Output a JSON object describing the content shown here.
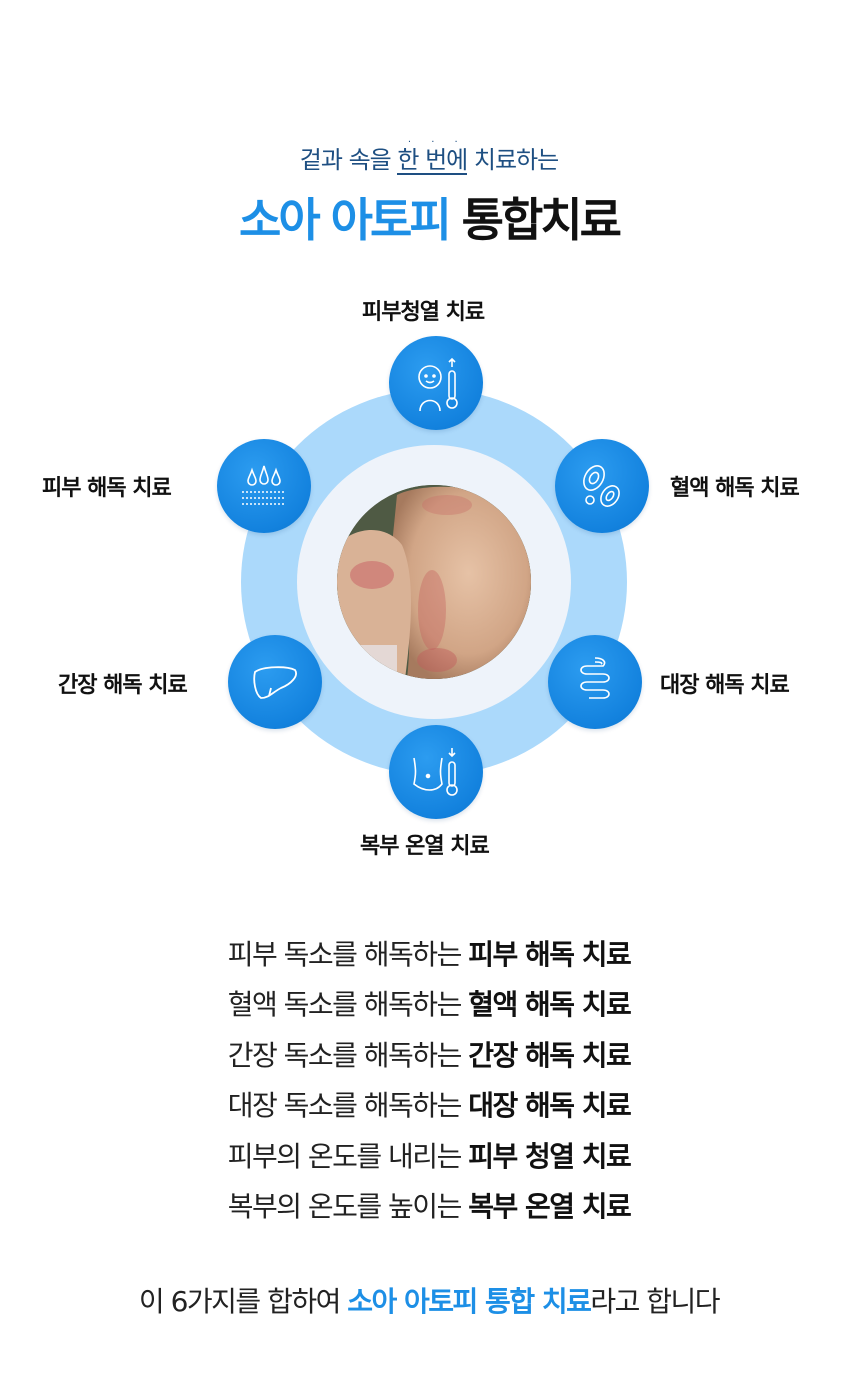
{
  "header": {
    "subtitle_pre": "겉과 속을 ",
    "subtitle_emph": "한 번에",
    "subtitle_post": " 치료하는",
    "title_blue": "소아 아토피 ",
    "title_dark": "통합치료"
  },
  "diagram": {
    "nodes": [
      {
        "label": "피부청열 치료",
        "icon": "child-thermometer-icon"
      },
      {
        "label": "혈액 해독 치료",
        "icon": "blood-cells-icon"
      },
      {
        "label": "대장 해독 치료",
        "icon": "intestine-icon"
      },
      {
        "label": "복부 온열 치료",
        "icon": "abdomen-thermometer-icon"
      },
      {
        "label": "간장 해독 치료",
        "icon": "liver-icon"
      },
      {
        "label": "피부 해독 치료",
        "icon": "skin-drops-icon"
      }
    ],
    "photo": "child-back-eczema-photo"
  },
  "descriptions": [
    {
      "plain": "피부 독소를 해독하는 ",
      "bold": "피부 해독 치료"
    },
    {
      "plain": "혈액 독소를 해독하는 ",
      "bold": "혈액 해독 치료"
    },
    {
      "plain": "간장 독소를 해독하는 ",
      "bold": "간장 해독 치료"
    },
    {
      "plain": "대장 독소를 해독하는 ",
      "bold": "대장 해독 치료"
    },
    {
      "plain": "피부의 온도를 내리는 ",
      "bold": "피부 청열 치료"
    },
    {
      "plain": "복부의 온도를 높이는 ",
      "bold": "복부 온열 치료"
    }
  ],
  "closing": {
    "pre": "이 6가지를 합하여 ",
    "emph": "소아 아토피 통합 치료",
    "post": "라고 합니다"
  },
  "colors": {
    "accent": "#1d8fe6",
    "ring": "#abd9fb",
    "inner": "#eef3fa",
    "subtitle": "#1e4f82"
  }
}
